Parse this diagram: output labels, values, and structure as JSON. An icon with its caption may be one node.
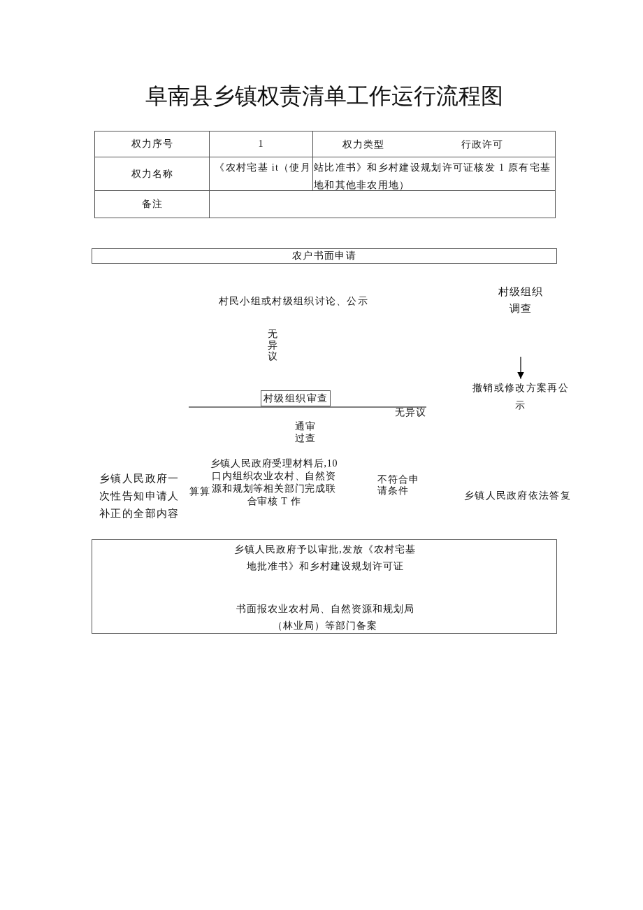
{
  "diagram": {
    "title": "阜南县乡镇权责清单工作运行流程图",
    "nodes": [
      {
        "text": [
          "农户书面申请"
        ]
      },
      {
        "text": [
          "撤销或修改方案再公示"
        ]
      },
      {
        "text": [
          "村级组织审查"
        ]
      },
      {
        "text": [
          "乡镇人民政府予以审批,发放《农村宅基地批准书》和乡村建设规划许可证",
          "书面报农业农村局、自然资源和规划局（林业局）等部门备案"
        ]
      }
    ],
    "edges": [
      {
        "from": null,
        "to": 1,
        "arrow": "to"
      }
    ],
    "labels": [
      "权力序号",
      "1",
      "权力类型",
      "行政许可",
      "权力名称",
      "《农村宅基 it（使月",
      "站比准书》和乡村建设规划许可证核发 1 原有宅基地和其他非农用地）",
      "备注",
      "村级组织调查",
      "村民小组或村级组织讨论、公示",
      "无异议",
      "无异议",
      "通审过查",
      "乡镇人民政府受理材料后,10 口内组织农业农村、自然资源和规划等相关部门完成联合审核 T 作",
      "乡镇人民政府一次性告知申请人补正的全部内容",
      "不符合申请条件",
      "算算",
      "乡镇人民政府依法答复"
    ]
  }
}
